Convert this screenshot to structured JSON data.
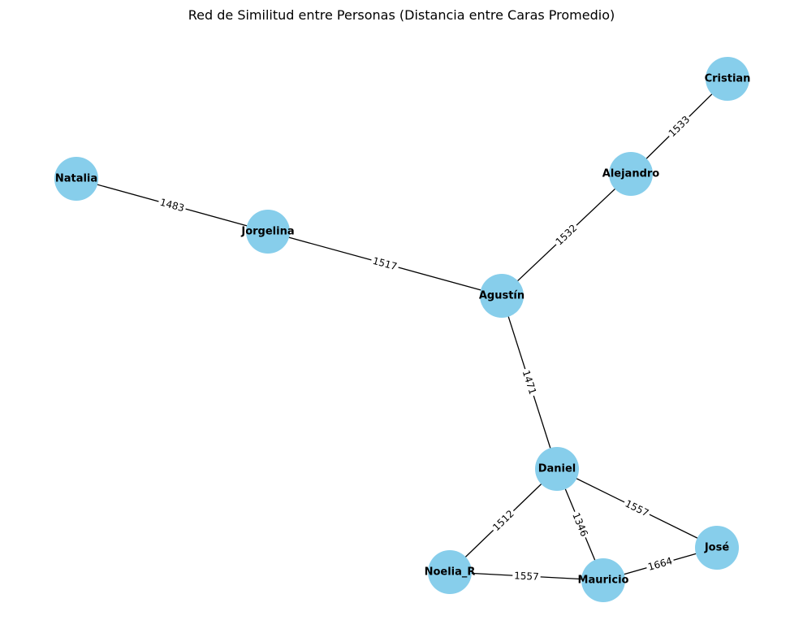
{
  "title": "Red de Similitud entre Personas (Distancia entre Caras Promedio)",
  "colors": {
    "node": "#87ceeb",
    "edge": "#000000",
    "background": "#ffffff"
  },
  "nodes": [
    {
      "id": "Cristian",
      "label": "Cristian"
    },
    {
      "id": "Alejandro",
      "label": "Alejandro"
    },
    {
      "id": "Natalia",
      "label": "Natalia"
    },
    {
      "id": "Jorgelina",
      "label": "Jorgelina"
    },
    {
      "id": "Agustin",
      "label": "Agustín"
    },
    {
      "id": "Daniel",
      "label": "Daniel"
    },
    {
      "id": "Jose",
      "label": "José"
    },
    {
      "id": "Noelia_R",
      "label": "Noelia_R"
    },
    {
      "id": "Mauricio",
      "label": "Mauricio"
    }
  ],
  "edges": [
    {
      "source": "Cristian",
      "target": "Alejandro",
      "label": "1533"
    },
    {
      "source": "Alejandro",
      "target": "Agustin",
      "label": "1532"
    },
    {
      "source": "Natalia",
      "target": "Jorgelina",
      "label": "1483"
    },
    {
      "source": "Jorgelina",
      "target": "Agustin",
      "label": "1517"
    },
    {
      "source": "Agustin",
      "target": "Daniel",
      "label": "1471"
    },
    {
      "source": "Daniel",
      "target": "Noelia_R",
      "label": "1512"
    },
    {
      "source": "Daniel",
      "target": "Mauricio",
      "label": "1346"
    },
    {
      "source": "Daniel",
      "target": "Jose",
      "label": "1557"
    },
    {
      "source": "Noelia_R",
      "target": "Mauricio",
      "label": "1557"
    },
    {
      "source": "Mauricio",
      "target": "Jose",
      "label": "1664"
    }
  ]
}
